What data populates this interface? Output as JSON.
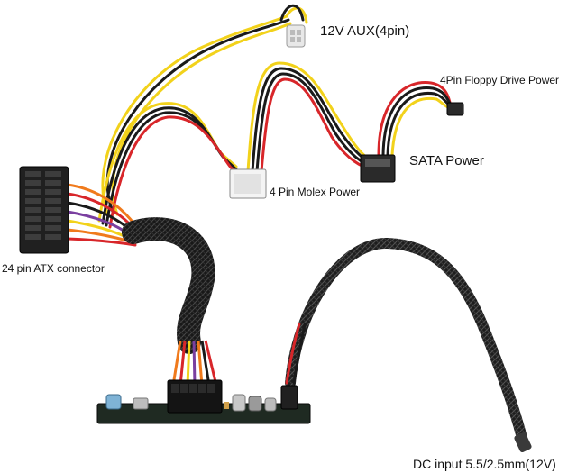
{
  "labels": {
    "aux": "12V AUX(4pin)",
    "floppy": "4Pin Floppy Drive Power",
    "sata": "SATA Power",
    "molex": "4 Pin Molex Power",
    "atx": "24 pin ATX connector",
    "dc": "DC input 5.5/2.5mm(12V)"
  },
  "colors": {
    "background": "#ffffff",
    "yellow_wire": "#f2d21b",
    "red_wire": "#d8262a",
    "black_wire": "#1a1a1a",
    "orange_wire": "#f07a1c",
    "purple_wire": "#7a3fa0",
    "pcb": "#1f2a22",
    "sleeve": "#222222"
  }
}
